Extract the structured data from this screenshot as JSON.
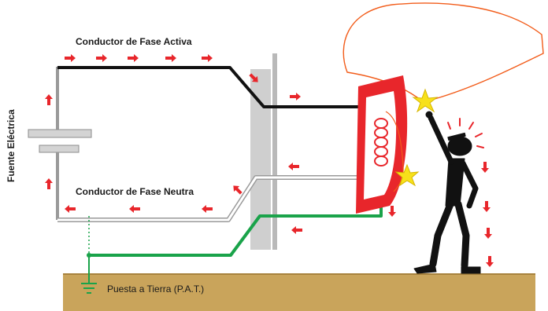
{
  "labels": {
    "phase_conductor": "Conductor de Fase Activa",
    "neutral_conductor": "Conductor de Fase Neutra",
    "source": "Fuente Eléctrica",
    "earth": "Puesta a Tierra (P.A.T.)"
  },
  "colors": {
    "phase_wire": "#111111",
    "neutral_wire": "#ffffff",
    "earth_wire": "#1aa34a",
    "arrow": "#e8262b",
    "ground": "#c9a45b",
    "panel": "#cfcfcf",
    "appliance_frame": "#e8262b",
    "spark": "#f7e11a"
  },
  "icons": [
    "arrow-icon",
    "spark-icon",
    "ground-symbol-icon",
    "coil-icon",
    "person-figure-icon",
    "shock-rays-icon"
  ]
}
